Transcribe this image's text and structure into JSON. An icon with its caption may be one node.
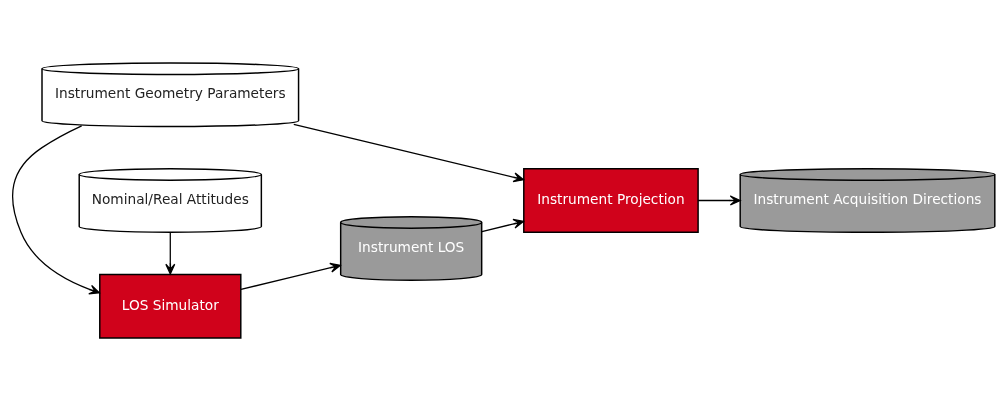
{
  "diagram": {
    "nodes": [
      {
        "text": [
          "Instrument Geometry Parameters"
        ]
      },
      {
        "text": [
          "LOS Simulator"
        ]
      },
      {
        "text": [
          "Instrument LOS"
        ]
      },
      {
        "text": [
          "Instrument Projection"
        ]
      },
      {
        "text": [
          "Instrument Acquisition Directions"
        ]
      },
      {
        "text": [
          "Nominal/Real Attitudes"
        ]
      }
    ],
    "edges": [
      {
        "from": 0,
        "to": 1,
        "arrow": "to"
      },
      {
        "from": 0,
        "to": 3,
        "arrow": "to"
      },
      {
        "from": 5,
        "to": 1,
        "arrow": "to"
      },
      {
        "from": 1,
        "to": 2,
        "arrow": "to"
      },
      {
        "from": 2,
        "to": 3,
        "arrow": "to"
      },
      {
        "from": 3,
        "to": 4,
        "arrow": "to"
      }
    ]
  }
}
